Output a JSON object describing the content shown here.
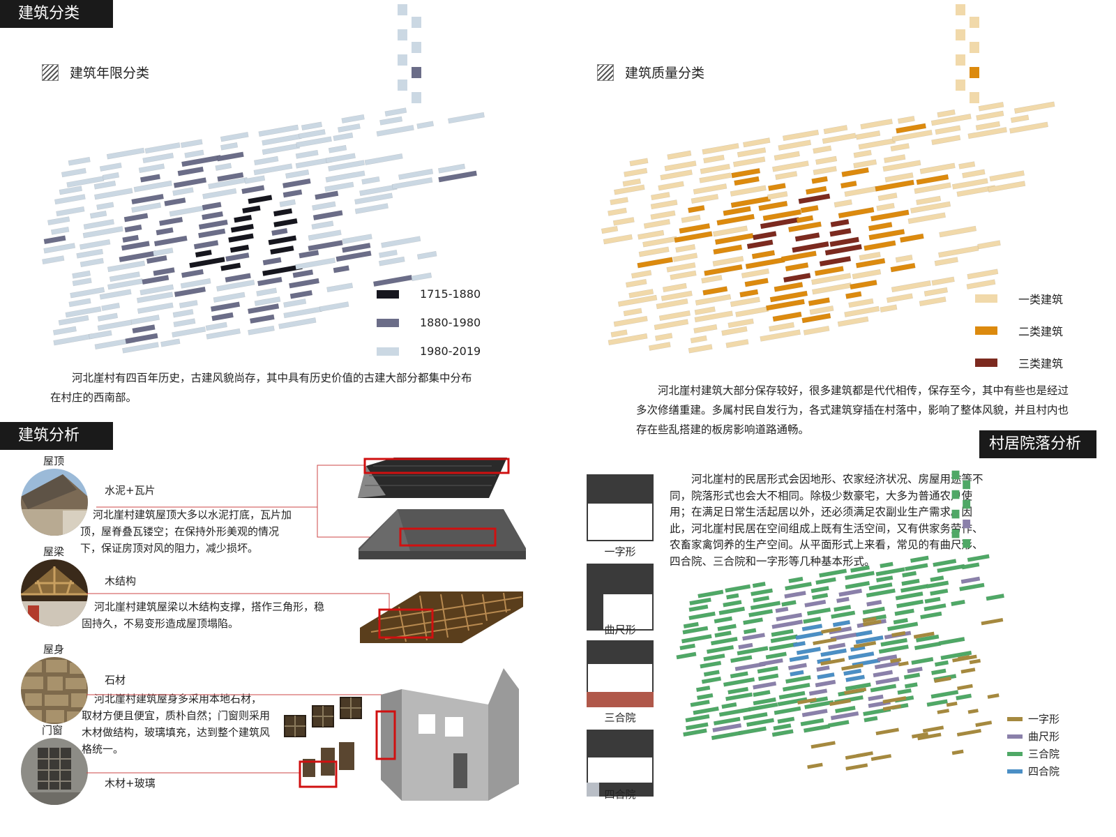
{
  "sections": {
    "classification": "建筑分类",
    "analysis": "建筑分析",
    "courtyard": "村居院落分析"
  },
  "age_map": {
    "title": "建筑年限分类",
    "legend": [
      {
        "label": "1715-1880",
        "color": "#16161e"
      },
      {
        "label": "1880-1980",
        "color": "#6b6d88"
      },
      {
        "label": "1980-2019",
        "color": "#cbd8e3"
      }
    ],
    "text": "河北崖村有四百年历史，古建风貌尚存，其中具有历史价值的古建大部分都集中分布在村庄的西南部。"
  },
  "quality_map": {
    "title": "建筑质量分类",
    "legend": [
      {
        "label": "一类建筑",
        "color": "#f1d9aa"
      },
      {
        "label": "二类建筑",
        "color": "#dc8a0e"
      },
      {
        "label": "三类建筑",
        "color": "#7c2a1f"
      }
    ],
    "text": "河北崖村建筑大部分保存较好，很多建筑都是代代相传，保存至今，其中有些也是经过多次修缮重建。多属村民自发行为，各式建筑穿插在村落中，影响了整体风貌，并且村内也存在些乱搭建的板房影响道路通畅。"
  },
  "analysis": {
    "roof": {
      "label": "屋顶",
      "material": "水泥+瓦片",
      "text": "河北崖村建筑屋顶大多以水泥打底，瓦片加顶，屋脊叠瓦镂空；在保持外形美观的情况下，保证房顶对风的阻力，减少损坏。"
    },
    "beam": {
      "label": "屋梁",
      "material": "木结构",
      "text": "河北崖村建筑屋梁以木结构支撑，搭作三角形，稳固持久，不易变形造成屋顶塌陷。"
    },
    "body": {
      "label": "屋身",
      "material": "石材",
      "text": "河北崖村建筑屋身多采用本地石材，取材方便且便宜，质朴自然；门窗则采用木材做结构，玻璃填充，达到整个建筑风格统一。"
    },
    "window": {
      "label": "门窗",
      "material": "木材+玻璃"
    }
  },
  "courtyard": {
    "text": "河北崖村的民居形式会因地形、农家经济状况、房屋用途等不同，院落形式也会大不相同。除极少数豪宅，大多为普通农户使用；在满足日常生活起居以外，还必须满足农副业生产需求。因此，河北崖村民居在空间组成上既有生活空间，又有供家务劳作、农畜家禽饲养的生产空间。从平面形式上来看，常见的有曲尺形、四合院、三合院和一字形等几种基本形式。",
    "types": [
      "一字形",
      "曲尺形",
      "三合院",
      "四合院"
    ],
    "legend": [
      {
        "label": "一字形",
        "color": "#a5893f"
      },
      {
        "label": "曲尺形",
        "color": "#8a80aa"
      },
      {
        "label": "三合院",
        "color": "#4fa866"
      },
      {
        "label": "四合院",
        "color": "#4b8fc5"
      }
    ]
  }
}
